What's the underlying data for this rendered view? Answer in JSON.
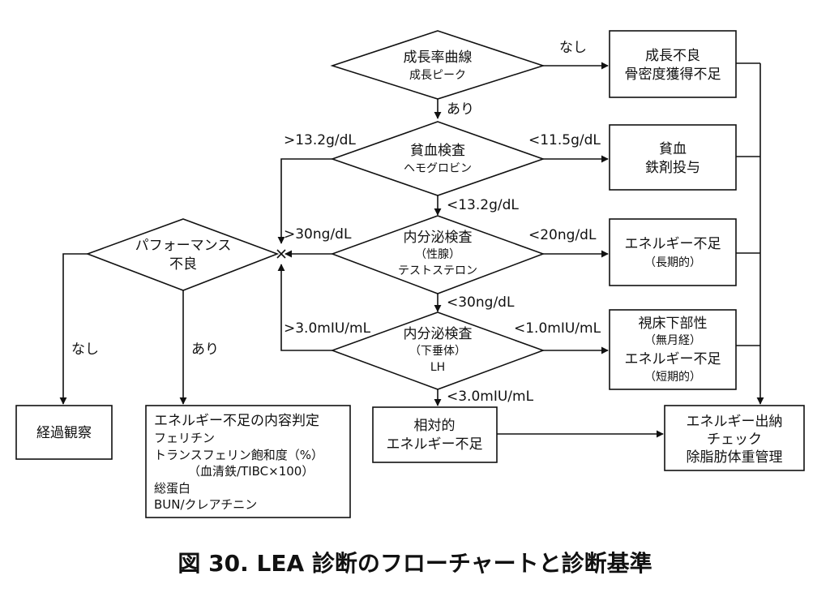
{
  "nodes": {
    "growth": {
      "line1": "成長率曲線",
      "line2": "成長ピーク"
    },
    "anemia": {
      "line1": "貧血検査",
      "line2": "ヘモグロビン"
    },
    "testes": {
      "line1": "内分泌検査",
      "line2": "（性腺）",
      "line3": "テストステロン"
    },
    "pituitary": {
      "line1": "内分泌検査",
      "line2": "（下垂体）",
      "line3": "LH"
    },
    "performance": {
      "line1": "パフォーマンス",
      "line2": "不良"
    },
    "growth_result": {
      "line1": "成長不良",
      "line2": "骨密度獲得不足"
    },
    "anemia_result": {
      "line1": "貧血",
      "line2": "鉄剤投与"
    },
    "energy_long": {
      "line1": "エネルギー不足",
      "line2": "（長期的）"
    },
    "hypothalamic": {
      "line1": "視床下部性",
      "line2": "（無月経）",
      "line3": "エネルギー不足",
      "line4": "（短期的）"
    },
    "relative": {
      "line1": "相対的",
      "line2": "エネルギー不足"
    },
    "energy_check": {
      "line1": "エネルギー出納",
      "line2": "チェック",
      "line3": "除脂肪体重管理"
    },
    "observe": {
      "line1": "経過観察"
    },
    "content": {
      "line1": "エネルギー不足の内容判定",
      "line2": "フェリチン",
      "line3": "トランスフェリン飽和度（%）",
      "line4": "（血清鉄/TIBC×100）",
      "line5": "総蛋白",
      "line6": "BUN/クレアチニン"
    }
  },
  "edges": {
    "growth_no": "なし",
    "growth_yes": "あり",
    "anemia_high": ">13.2g/dL",
    "anemia_low": "<11.5g/dL",
    "anemia_down": "<13.2g/dL",
    "testes_high": ">30ng/dL",
    "testes_low": "<20ng/dL",
    "testes_down": "<30ng/dL",
    "lh_high": ">3.0mIU/mL",
    "lh_low": "<1.0mIU/mL",
    "lh_down": "<3.0mIU/mL",
    "perf_no": "なし",
    "perf_yes": "あり"
  },
  "caption": "図 30.  LEA 診断のフローチャートと診断基準"
}
